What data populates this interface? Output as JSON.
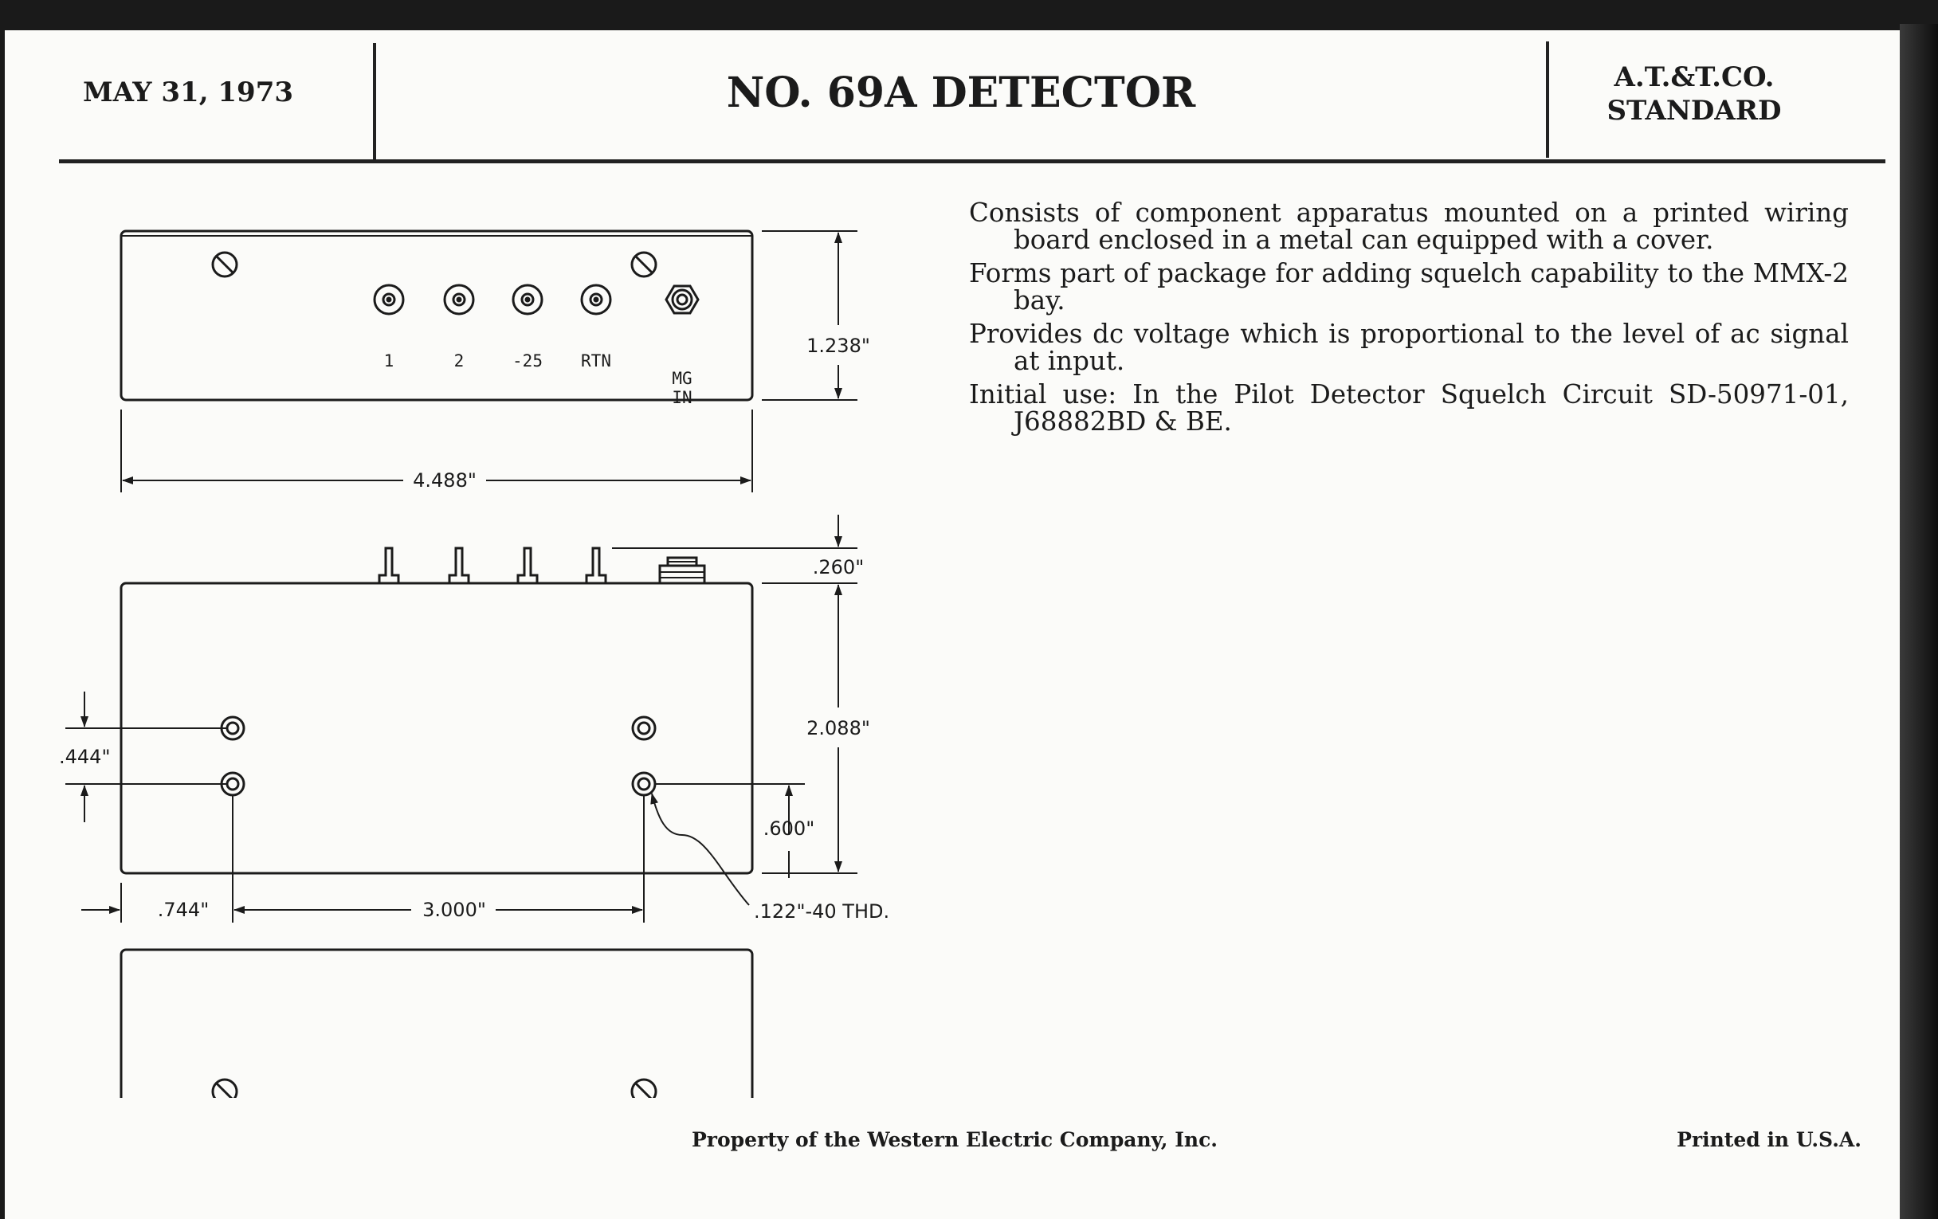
{
  "header": {
    "date": "MAY 31, 1973",
    "title": "NO. 69A DETECTOR",
    "standard_line1": "A.T.&T.CO.",
    "standard_line2": "STANDARD"
  },
  "description": [
    "Consists of component apparatus mounted on a printed wiring board enclosed in a metal can equipped with a cover.",
    "Forms part of package for adding squelch capability to the MMX-2 bay.",
    "Provides dc voltage which is proportional to the level of ac signal at input.",
    "Initial use: In the Pilot Detector Squelch Circuit SD-50971-01, J68882BD & BE."
  ],
  "drawing": {
    "terminals": [
      "1",
      "2",
      "-25",
      "RTN"
    ],
    "mg_in_line1": "MG",
    "mg_in_line2": "IN",
    "dim_height_front": "1.238\"",
    "dim_width": "4.488\"",
    "dim_terminal_height": ".260\"",
    "dim_depth": "2.088\"",
    "dim_hole_spacing": ".444\"",
    "dim_hole_edge": ".600\"",
    "dim_left_offset": ".744\"",
    "dim_hole_distance": "3.000\"",
    "thread_note": ".122\"-40 THD."
  },
  "footer": {
    "property": "Property of the Western Electric Company, Inc.",
    "printed": "Printed in U.S.A."
  }
}
